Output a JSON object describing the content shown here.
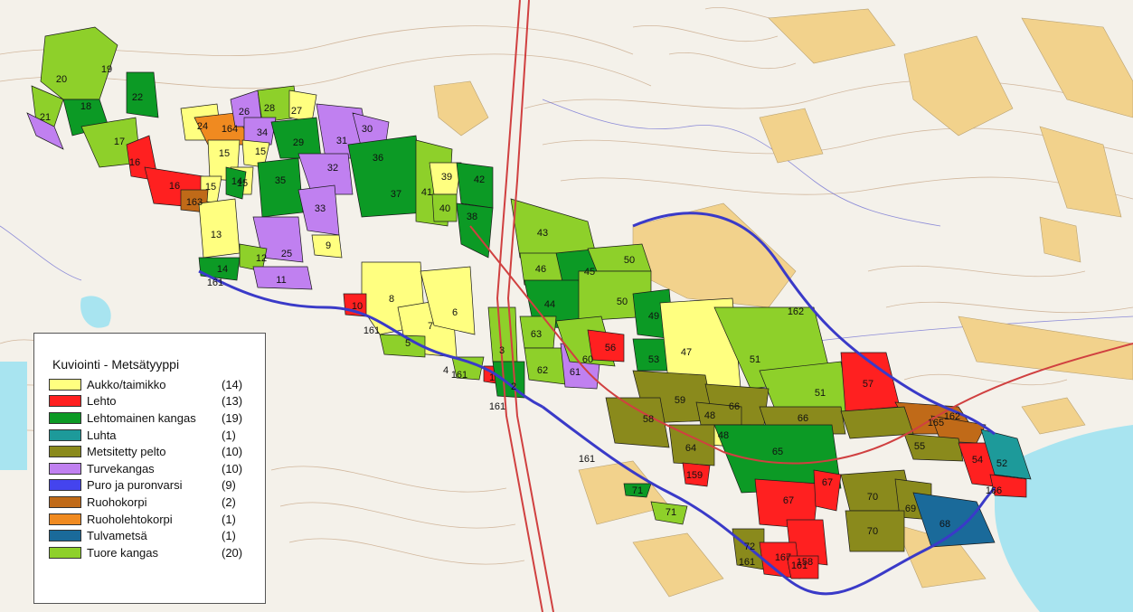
{
  "legend": {
    "title": "Kuviointi - Metsätyyppi",
    "items": [
      {
        "key": "aukko",
        "name": "Aukko/taimikko",
        "count": "(14)",
        "color": "#ffff80"
      },
      {
        "key": "lehto",
        "name": "Lehto",
        "count": "(13)",
        "color": "#ff2020"
      },
      {
        "key": "lehtomainen",
        "name": "Lehtomainen kangas",
        "count": "(19)",
        "color": "#0c9a25"
      },
      {
        "key": "luhta",
        "name": "Luhta",
        "count": "(1)",
        "color": "#1d9a9a"
      },
      {
        "key": "pelto",
        "name": "Metsitetty pelto",
        "count": "(10)",
        "color": "#8a8a1c"
      },
      {
        "key": "turve",
        "name": "Turvekangas",
        "count": "(10)",
        "color": "#c080f0"
      },
      {
        "key": "puro",
        "name": "Puro ja puronvarsi",
        "count": "(9)",
        "color": "#4444ee"
      },
      {
        "key": "ruohokorpi",
        "name": "Ruohokorpi",
        "count": "(2)",
        "color": "#c06a18"
      },
      {
        "key": "ruoholehto",
        "name": "Ruoholehtokorpi",
        "count": "(1)",
        "color": "#f08a20"
      },
      {
        "key": "tulva",
        "name": "Tulvametsä",
        "count": "(1)",
        "color": "#1a6a9a"
      },
      {
        "key": "tuore",
        "name": "Tuore kangas",
        "count": "(20)",
        "color": "#8ed02a"
      }
    ]
  },
  "map": {
    "background_color": "#f4f1ea",
    "field_color": "#f2d28c",
    "water_color": "#a8e4f0",
    "road_color": "#d04040",
    "boundary_color": "#3a3ac8",
    "parcels": [
      {
        "label": "19",
        "type": "tuore"
      },
      {
        "label": "20",
        "type": "tuore"
      },
      {
        "label": "18",
        "type": "lehtomainen"
      },
      {
        "label": "21",
        "type": "turve"
      },
      {
        "label": "22",
        "type": "lehtomainen"
      },
      {
        "label": "17",
        "type": "tuore"
      },
      {
        "label": "16",
        "type": "lehto"
      },
      {
        "label": "16",
        "type": "lehto"
      },
      {
        "label": "24",
        "type": "aukko"
      },
      {
        "label": "164",
        "type": "ruoholehto"
      },
      {
        "label": "26",
        "type": "turve"
      },
      {
        "label": "28",
        "type": "tuore"
      },
      {
        "label": "27",
        "type": "aukko"
      },
      {
        "label": "34",
        "type": "turve"
      },
      {
        "label": "29",
        "type": "lehtomainen"
      },
      {
        "label": "31",
        "type": "turve"
      },
      {
        "label": "30",
        "type": "turve"
      },
      {
        "label": "15",
        "type": "aukko"
      },
      {
        "label": "15",
        "type": "aukko"
      },
      {
        "label": "15",
        "type": "aukko"
      },
      {
        "label": "15",
        "type": "aukko"
      },
      {
        "label": "163",
        "type": "ruohokorpi"
      },
      {
        "label": "14",
        "type": "lehtomainen"
      },
      {
        "label": "35",
        "type": "lehtomainen"
      },
      {
        "label": "32",
        "type": "turve"
      },
      {
        "label": "36",
        "type": "lehtomainen"
      },
      {
        "label": "37",
        "type": "lehtomainen"
      },
      {
        "label": "41",
        "type": "tuore"
      },
      {
        "label": "39",
        "type": "aukko"
      },
      {
        "label": "42",
        "type": "lehtomainen"
      },
      {
        "label": "40",
        "type": "tuore"
      },
      {
        "label": "38",
        "type": "lehtomainen"
      },
      {
        "label": "33",
        "type": "turve"
      },
      {
        "label": "13",
        "type": "aukko"
      },
      {
        "label": "25",
        "type": "turve"
      },
      {
        "label": "12",
        "type": "tuore"
      },
      {
        "label": "14",
        "type": "tuore"
      },
      {
        "label": "11",
        "type": "turve"
      },
      {
        "label": "9",
        "type": "aukko"
      },
      {
        "label": "161",
        "type": "puro"
      },
      {
        "label": "8",
        "type": "aukko"
      },
      {
        "label": "10",
        "type": "lehto"
      },
      {
        "label": "7",
        "type": "aukko"
      },
      {
        "label": "6",
        "type": "aukko"
      },
      {
        "label": "5",
        "type": "tuore"
      },
      {
        "label": "161",
        "type": "puro"
      },
      {
        "label": "4",
        "type": "tuore"
      },
      {
        "label": "161",
        "type": "puro"
      },
      {
        "label": "3",
        "type": "tuore"
      },
      {
        "label": "1",
        "type": "lehto"
      },
      {
        "label": "2",
        "type": "lehtomainen"
      },
      {
        "label": "161",
        "type": "puro"
      },
      {
        "label": "43",
        "type": "tuore"
      },
      {
        "label": "46",
        "type": "tuore"
      },
      {
        "label": "45",
        "type": "lehtomainen"
      },
      {
        "label": "44",
        "type": "lehtomainen"
      },
      {
        "label": "50",
        "type": "tuore"
      },
      {
        "label": "50",
        "type": "tuore"
      },
      {
        "label": "49",
        "type": "lehtomainen"
      },
      {
        "label": "63",
        "type": "tuore"
      },
      {
        "label": "62",
        "type": "tuore"
      },
      {
        "label": "61",
        "type": "turve"
      },
      {
        "label": "60",
        "type": "tuore"
      },
      {
        "label": "56",
        "type": "lehto"
      },
      {
        "label": "53",
        "type": "lehtomainen"
      },
      {
        "label": "47",
        "type": "aukko"
      },
      {
        "label": "51",
        "type": "tuore"
      },
      {
        "label": "162",
        "type": "puro"
      },
      {
        "label": "51",
        "type": "tuore"
      },
      {
        "label": "57",
        "type": "lehto"
      },
      {
        "label": "59",
        "type": "pelto"
      },
      {
        "label": "66",
        "type": "pelto"
      },
      {
        "label": "48",
        "type": "pelto"
      },
      {
        "label": "66",
        "type": "pelto"
      },
      {
        "label": "58",
        "type": "pelto"
      },
      {
        "label": "48",
        "type": "aukko"
      },
      {
        "label": "64",
        "type": "pelto"
      },
      {
        "label": "65",
        "type": "lehtomainen"
      },
      {
        "label": "162",
        "type": "ruohokorpi"
      },
      {
        "label": "165",
        "type": "ruohokorpi"
      },
      {
        "label": "55",
        "type": "pelto"
      },
      {
        "label": "54",
        "type": "lehto"
      },
      {
        "label": "52",
        "type": "luhta"
      },
      {
        "label": "166",
        "type": "lehto"
      },
      {
        "label": "161",
        "type": "puro"
      },
      {
        "label": "159",
        "type": "lehto"
      },
      {
        "label": "71",
        "type": "lehtomainen"
      },
      {
        "label": "71",
        "type": "tuore"
      },
      {
        "label": "67",
        "type": "lehto"
      },
      {
        "label": "67",
        "type": "lehto"
      },
      {
        "label": "70",
        "type": "pelto"
      },
      {
        "label": "69",
        "type": "pelto"
      },
      {
        "label": "68",
        "type": "tulva"
      },
      {
        "label": "70",
        "type": "pelto"
      },
      {
        "label": "72",
        "type": "pelto"
      },
      {
        "label": "158",
        "type": "lehto"
      },
      {
        "label": "167",
        "type": "lehto"
      },
      {
        "label": "161",
        "type": "lehto"
      },
      {
        "label": "161",
        "type": "puro"
      }
    ]
  }
}
